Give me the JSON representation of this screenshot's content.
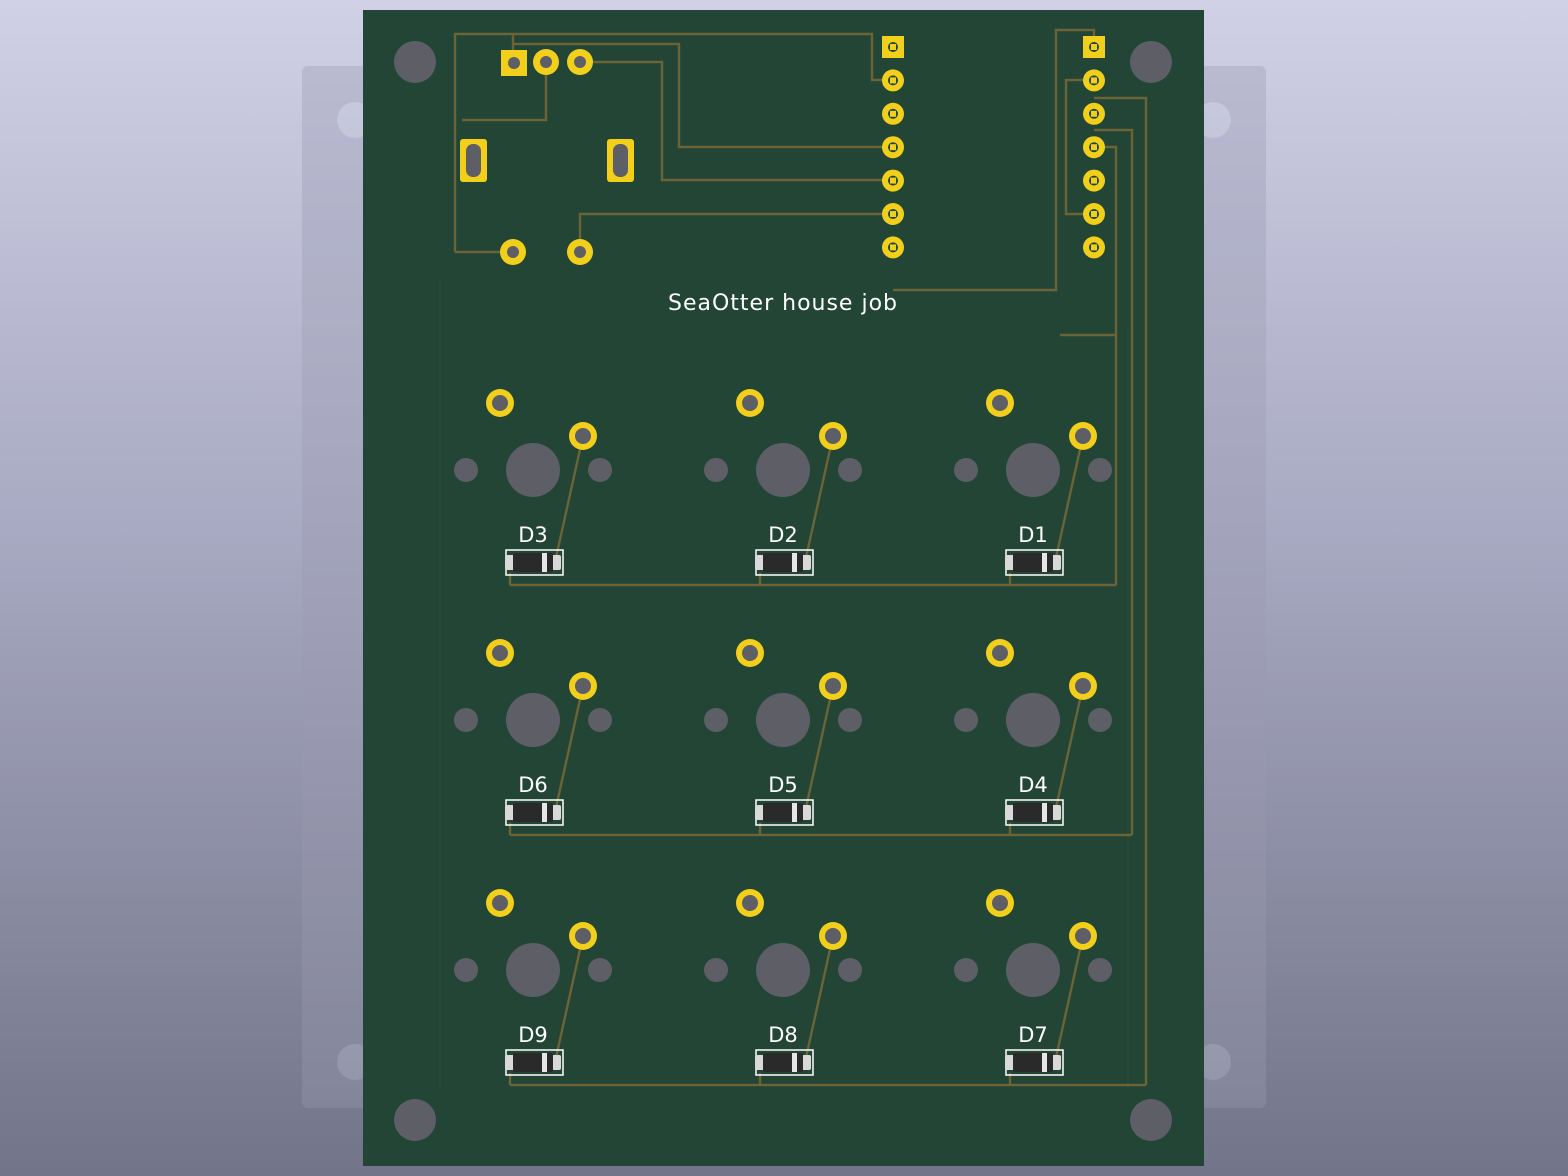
{
  "board": {
    "title_text": "SeaOtter house job",
    "colors": {
      "board": "#234535",
      "trace": "#6b6436",
      "pad": "#f2cf1a",
      "hole": "#5e5e66",
      "background_top": "#d0d0e6",
      "background_bottom": "#727489"
    }
  },
  "diodes": [
    {
      "ref": "D3"
    },
    {
      "ref": "D2"
    },
    {
      "ref": "D1"
    },
    {
      "ref": "D6"
    },
    {
      "ref": "D5"
    },
    {
      "ref": "D4"
    },
    {
      "ref": "D9"
    },
    {
      "ref": "D8"
    },
    {
      "ref": "D7"
    }
  ]
}
